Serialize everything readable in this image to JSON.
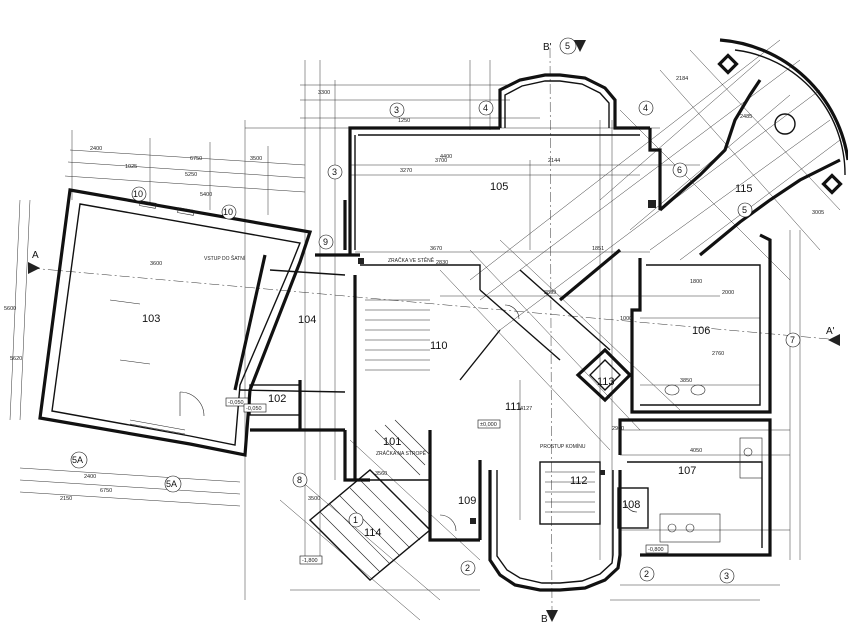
{
  "rooms": {
    "r101": "101",
    "r102": "102",
    "r103": "103",
    "r104": "104",
    "r105": "105",
    "r106": "106",
    "r107": "107",
    "r108": "108",
    "r109": "109",
    "r110": "110",
    "r111": "111",
    "r112": "112",
    "r113": "113",
    "r114": "114",
    "r115": "115"
  },
  "axes": {
    "a1": "1",
    "a2": "2",
    "a2b": "2",
    "a3": "3",
    "a3b": "3",
    "a3c": "3",
    "a4": "4",
    "a4b": "4",
    "a5": "5",
    "a5b": "5",
    "a5a": "5A",
    "a5a2": "5A",
    "a6": "6",
    "a7": "7",
    "a8": "8",
    "a9": "9",
    "a10": "10",
    "a10b": "10"
  },
  "sections": {
    "a_left": "A",
    "a_right": "A'",
    "b_bottom": "B",
    "b_top": "B'"
  },
  "levels": {
    "l1": "-0,050",
    "l2": "-0,050",
    "l3": "-1,800",
    "l4": "-0,800",
    "l5": "±0,000"
  },
  "dimensions": {
    "d1": "6750",
    "d2": "5250",
    "d3": "2400",
    "d4": "1025",
    "d5": "3500",
    "d6": "3270",
    "d7": "2144",
    "d8": "3700",
    "d9": "1851",
    "d10": "3899",
    "d11": "5600",
    "d12": "2400",
    "d13": "3850",
    "d14": "4050",
    "d15": "2000",
    "d16": "1800",
    "d17": "5620",
    "d18": "3560",
    "d19": "4127",
    "d20": "2900",
    "d21": "2760",
    "d22": "3500",
    "d23": "3670",
    "d24": "2150",
    "d25": "6750",
    "d26": "5400",
    "d27": "3600",
    "d28": "1000",
    "d29": "2184",
    "d30": "2485",
    "d31": "3005",
    "d32": "1250",
    "d33": "3300",
    "d34": "2830",
    "d35": "4400"
  },
  "notes": {
    "n1": "VSTUP DO ŠATNÍ",
    "n2": "ZRAČKA VE STĚNĚ",
    "n3": "PROSTUP KOMÍNU",
    "n4": "ZRÁČKA NA STROPĚ"
  }
}
